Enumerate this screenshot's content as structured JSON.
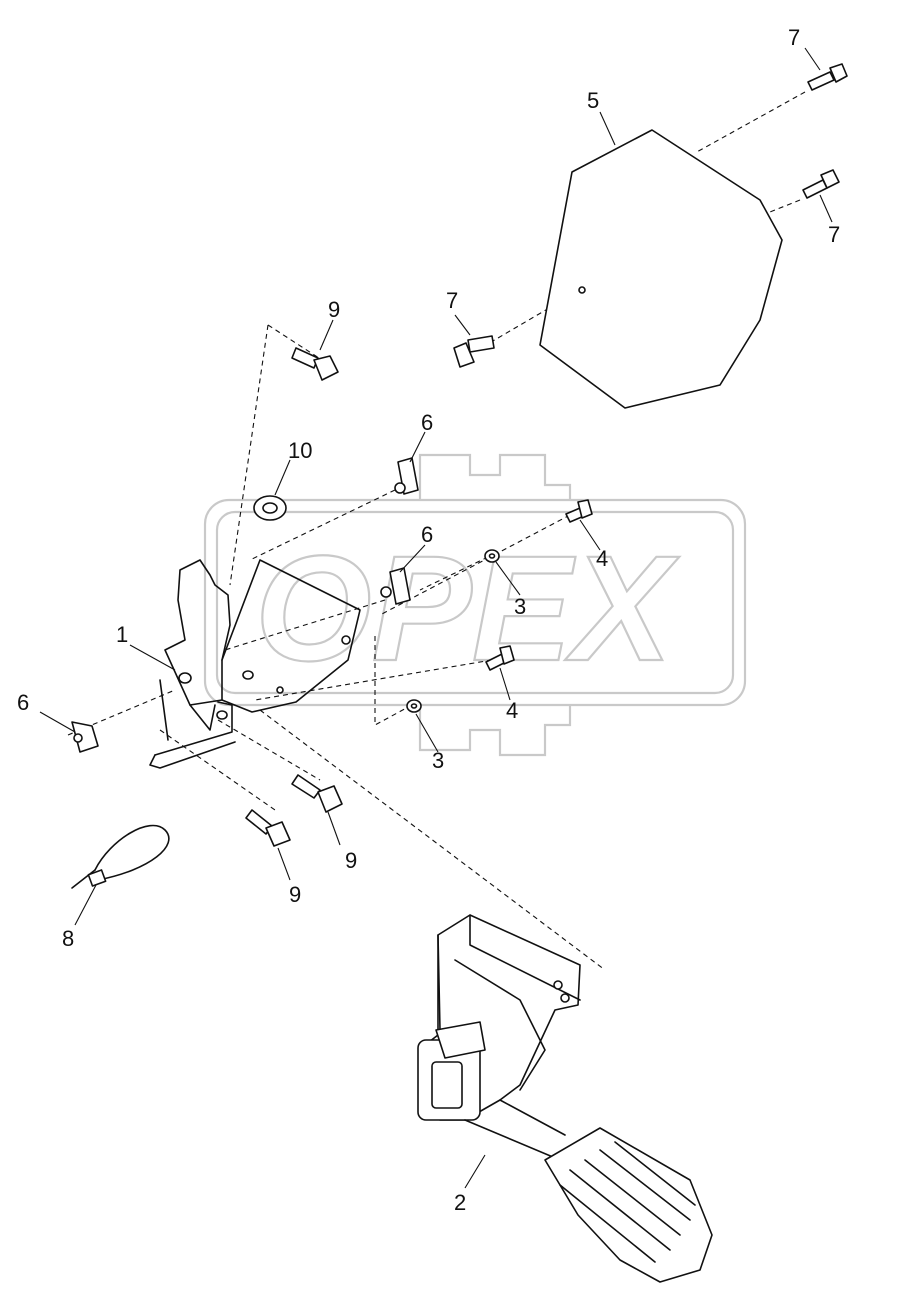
{
  "watermark": {
    "text": "OPEX"
  },
  "callouts": [
    {
      "id": "c-1",
      "text": "1"
    },
    {
      "id": "c-2",
      "text": "2"
    },
    {
      "id": "c-3a",
      "text": "3"
    },
    {
      "id": "c-3b",
      "text": "3"
    },
    {
      "id": "c-4a",
      "text": "4"
    },
    {
      "id": "c-4b",
      "text": "4"
    },
    {
      "id": "c-5",
      "text": "5"
    },
    {
      "id": "c-6a",
      "text": "6"
    },
    {
      "id": "c-6b",
      "text": "6"
    },
    {
      "id": "c-6c",
      "text": "6"
    },
    {
      "id": "c-7a",
      "text": "7"
    },
    {
      "id": "c-7b",
      "text": "7"
    },
    {
      "id": "c-7c",
      "text": "7"
    },
    {
      "id": "c-8",
      "text": "8"
    },
    {
      "id": "c-9a",
      "text": "9"
    },
    {
      "id": "c-9b",
      "text": "9"
    },
    {
      "id": "c-9c",
      "text": "9"
    },
    {
      "id": "c-10",
      "text": "10"
    }
  ]
}
